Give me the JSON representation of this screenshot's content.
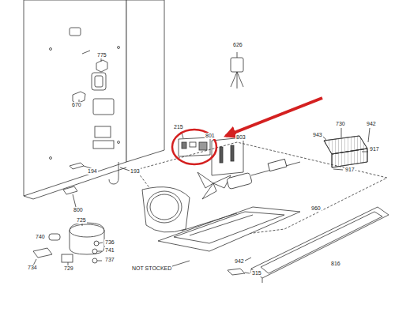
{
  "diagram": {
    "labels": [
      "775",
      "670",
      "626",
      "215",
      "801",
      "803",
      "730",
      "942",
      "943",
      "917",
      "917",
      "194",
      "193",
      "800",
      "960",
      "725",
      "740",
      "736",
      "741",
      "737",
      "734",
      "729",
      "942",
      "816",
      "NOT STOCKED",
      "315"
    ]
  }
}
